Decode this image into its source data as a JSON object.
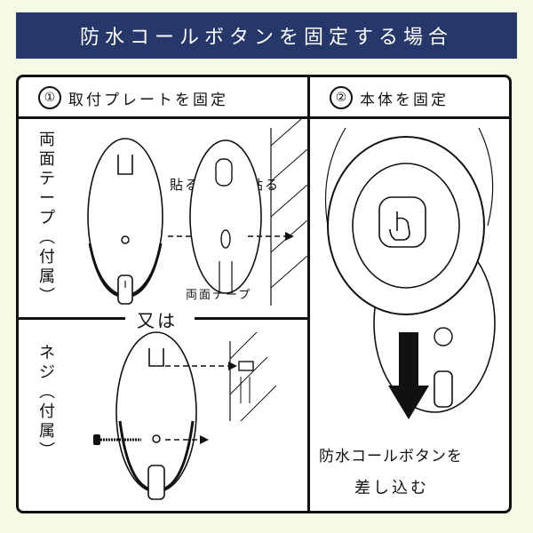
{
  "title": "防水コールボタンを固定する場合",
  "step1": {
    "num": "①",
    "label": "取付プレートを固定"
  },
  "step2": {
    "num": "②",
    "label": "本体を固定"
  },
  "method_tape": {
    "vertical_label": "両\n面\nテ\nー\nプ\n︵\n付\n属\n︶",
    "stick1": "貼る",
    "stick2": "貼る",
    "tape_caption": "両面テープ"
  },
  "separator": "又は",
  "method_screw": {
    "vertical_label": "ネ\nジ\n︵\n付\n属\n︶"
  },
  "instruction": {
    "line1": "防水コールボタンを",
    "line2": "差し込む"
  },
  "colors": {
    "banner": "#26376a",
    "background": "#f5fbe4",
    "line": "#111111"
  },
  "icons": [
    "plate-drawing",
    "tape-drawing",
    "wall-hatch",
    "screw-icon",
    "hand-icon",
    "arrow-down-icon"
  ]
}
